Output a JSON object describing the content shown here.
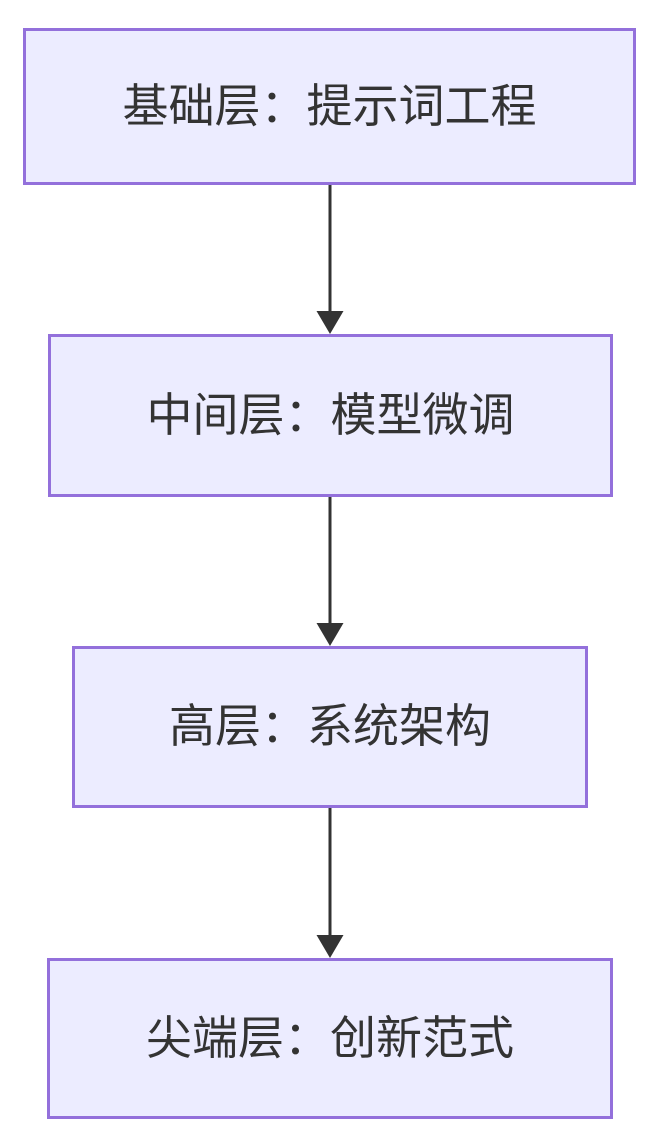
{
  "diagram": {
    "type": "flowchart",
    "direction": "top-down",
    "nodes": [
      {
        "id": "foundation",
        "label": "基础层：提示词工程"
      },
      {
        "id": "intermediate",
        "label": "中间层：模型微调"
      },
      {
        "id": "high",
        "label": "高层：系统架构"
      },
      {
        "id": "cutting-edge",
        "label": "尖端层：创新范式"
      }
    ],
    "edges": [
      {
        "from": "foundation",
        "to": "intermediate"
      },
      {
        "from": "intermediate",
        "to": "high"
      },
      {
        "from": "high",
        "to": "cutting-edge"
      }
    ]
  },
  "colors": {
    "node_fill": "#ECECFF",
    "node_border": "#9370DB",
    "node_text": "#333333",
    "arrow": "#333333",
    "background": "#FFFFFF"
  }
}
